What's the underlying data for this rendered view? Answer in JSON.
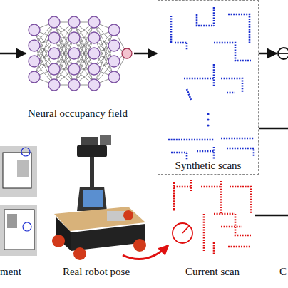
{
  "diagram": {
    "nodes": [
      {
        "text": [
          "Neural occupancy field"
        ]
      },
      {
        "text": [
          "Synthetic scans"
        ]
      }
    ],
    "edges": [
      {
        "from": 0,
        "to": 1,
        "arrow": "to"
      }
    ],
    "labels": [
      "ment",
      "Real robot pose",
      "Current scan",
      "C"
    ]
  }
}
